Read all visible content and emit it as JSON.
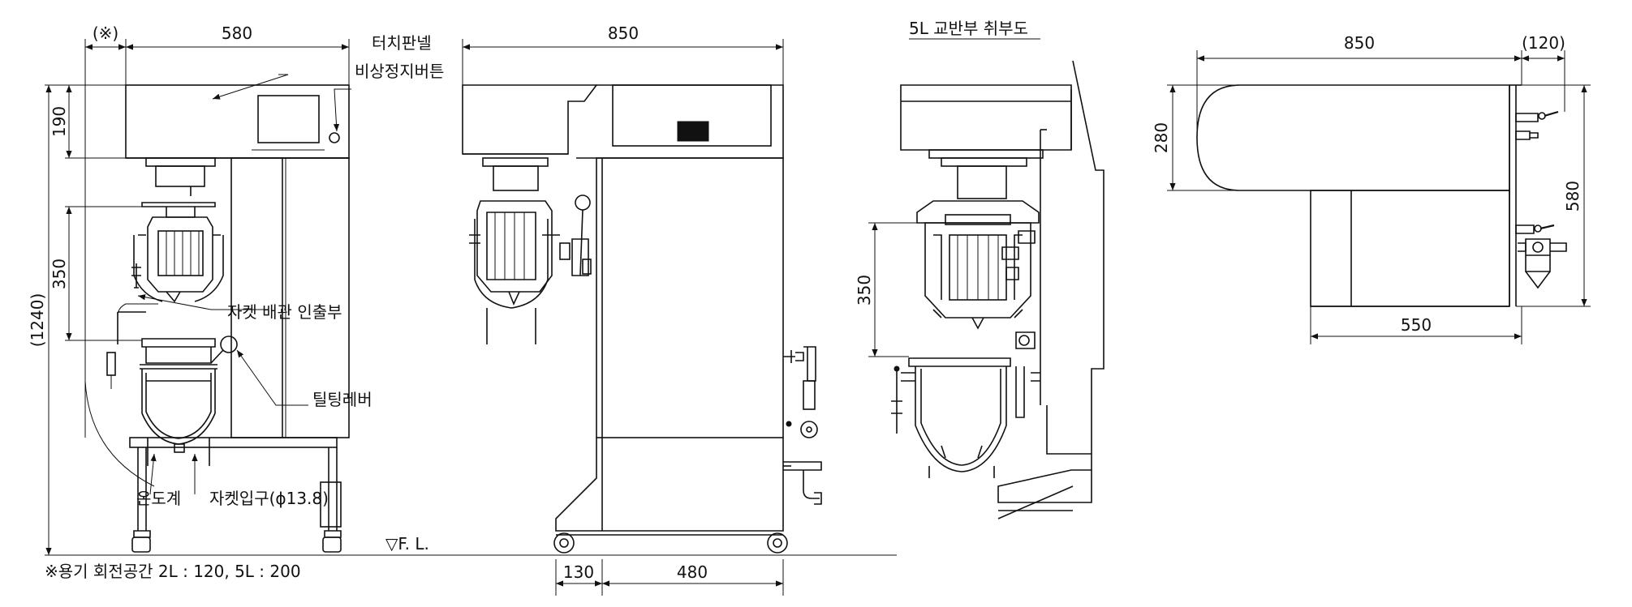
{
  "views": {
    "front": {
      "dims": {
        "clearance": "(※)",
        "width": "580",
        "top_height": "190",
        "stroke": "350",
        "overall_height": "(1240)"
      },
      "labels": {
        "touch_panel": "터치판넬",
        "emergency_stop": "비상정지버튼",
        "jacket_pipe_outlet": "자켓 배관 인출부",
        "tilting_lever": "틸팅레버",
        "thermometer": "온도계",
        "jacket_inlet": "자켓입구(ϕ13.8)"
      },
      "floor_line": "▽F. L.",
      "note": "※용기 회전공간 2L : 120,  5L : 200"
    },
    "side": {
      "dims": {
        "depth": "850",
        "front_offset": "130",
        "base_depth": "480"
      }
    },
    "detail": {
      "title": "5L 교반부 취부도",
      "dims": {
        "stroke": "350"
      }
    },
    "top": {
      "dims": {
        "length": "850",
        "protrusion": "(120)",
        "head_height": "280",
        "overall_depth": "580",
        "base_length": "550"
      }
    }
  },
  "colors": {
    "line": "#111111",
    "background": "#ffffff"
  }
}
